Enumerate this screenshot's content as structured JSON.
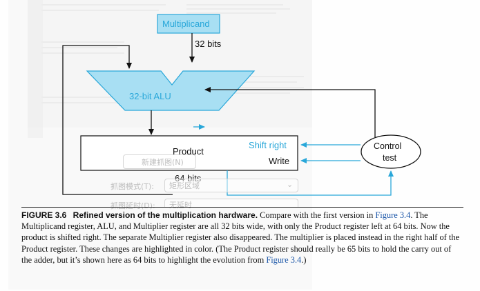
{
  "figure": {
    "multiplicand_label": "Multiplicand",
    "bits_32": "32 bits",
    "alu_label": "32-bit ALU",
    "product_label": "Product",
    "bits_64": "64 bits",
    "shift_right_label": "Shift right",
    "write_label": "Write",
    "control_test_line1": "Control",
    "control_test_line2": "test"
  },
  "caption": {
    "label": "FIGURE 3.6",
    "title": "Refined version of the multiplication hardware.",
    "text1": " Compare with the first version in ",
    "ref1": "Figure 3.4",
    "text2": ". The Multiplicand register, ALU, and Multiplier register are all 32 bits wide, with only the Product register left at 64 bits. Now the product is shifted right. The separate Multiplier register also disappeared. The multiplier is placed instead in the right half of the Product register. These changes are highlighted in color. (The Product register should really be 65 bits to hold the carry out of the adder, but it’s shown here as 64 bits to highlight the evolution from ",
    "ref2": "Figure 3.4",
    "text3": ".)"
  },
  "overlay": {
    "new_capture_button": "新建抓图(N)",
    "capture_mode_label": "抓图模式(T):",
    "capture_mode_value": "矩形区域",
    "delay_label": "抓图延时(D):",
    "delay_value": "无延时"
  },
  "colors": {
    "accent": "#29a7d9",
    "fill_cyan": "#a8dff3",
    "ink": "#111111",
    "link": "#1b56a8"
  }
}
